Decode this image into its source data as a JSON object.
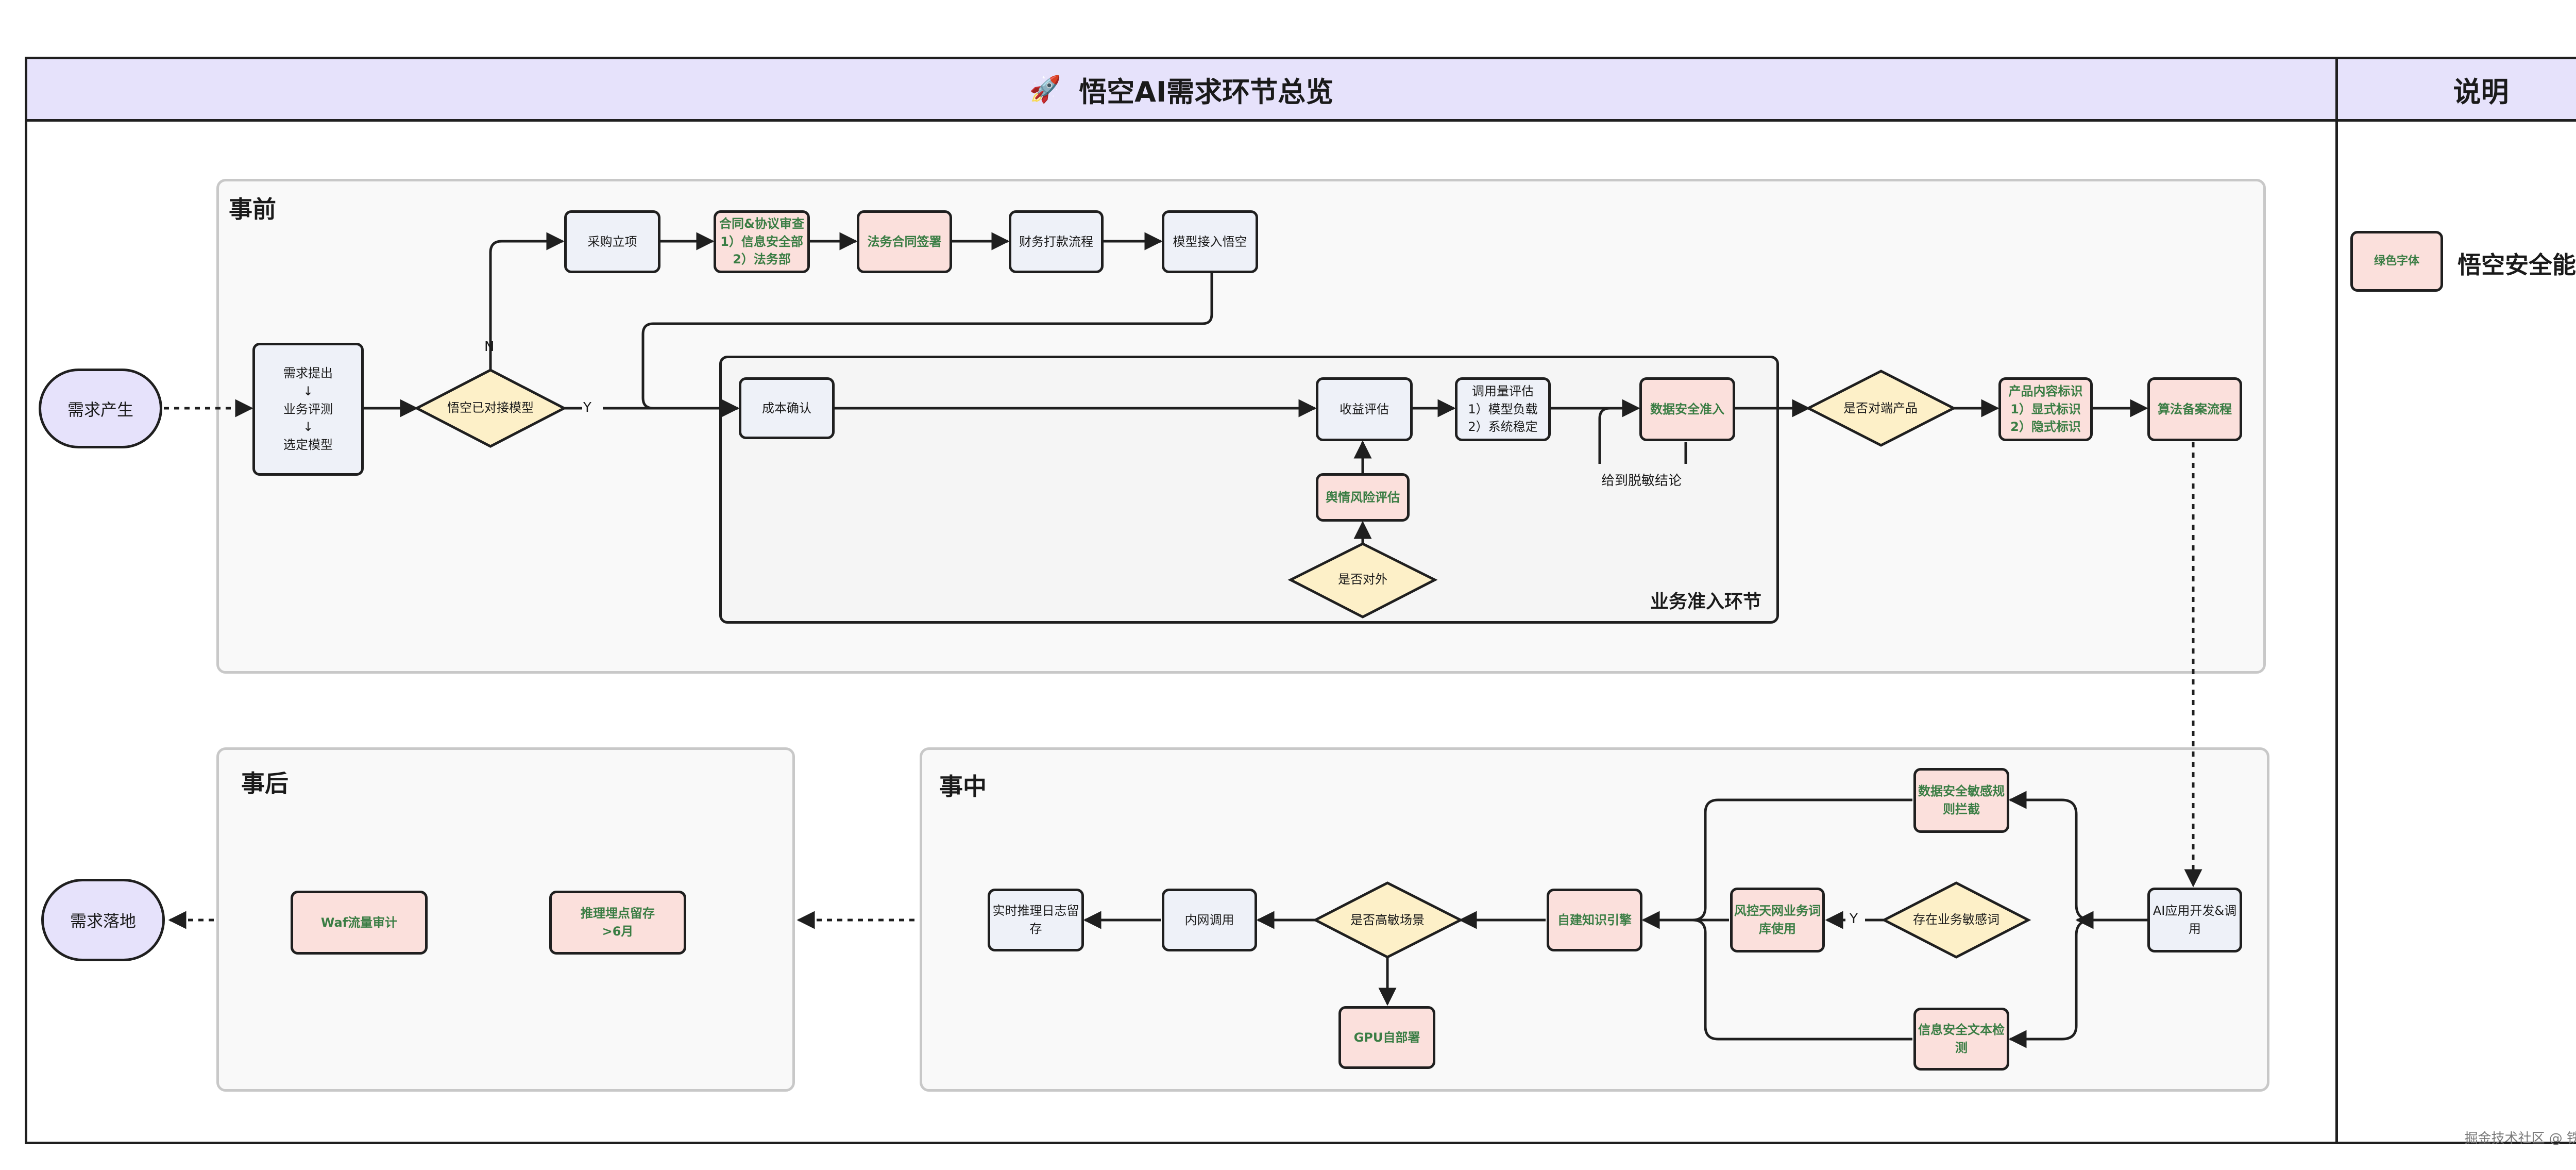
{
  "header": {
    "title": "悟空AI需求环节总览",
    "rocket_icon": "🚀",
    "side_title": "说明"
  },
  "legend": {
    "sample_label": "绿色字体",
    "text": "悟空安全能力"
  },
  "regions": {
    "before": "事前",
    "during": "事中",
    "after": "事后",
    "business_access": "业务准入环节"
  },
  "terminals": {
    "start": "需求产生",
    "end": "需求落地"
  },
  "nodes": {
    "req_steps": "需求提出\n↓\n业务评测\n↓\n选定模型",
    "procurement": "采购立项",
    "contract_review": "合同&协议审查\n1）信息安全部\n2）法务部",
    "legal_sign": "法务合同签署",
    "finance": "财务打款流程",
    "model_access": "模型接入悟空",
    "cost_confirm": "成本确认",
    "revenue_eval": "收益评估",
    "call_volume": "调用量评估\n1）模型负载\n2）系统稳定",
    "data_security_access": "数据安全准入",
    "public_opinion": "舆情风险评估",
    "content_label": "产品内容标识\n1）显式标识\n2）隐式标识",
    "algo_filing": "算法备案流程",
    "ai_dev": "AI应用开发&调用",
    "data_sens_block": "数据安全敏感规则拦截",
    "risk_words": "风控天网业务词库使用",
    "info_sec_detect": "信息安全文本检测",
    "kb_engine": "自建知识引擎",
    "intranet_call": "内网调用",
    "realtime_log": "实时推理日志留存",
    "gpu_deploy": "GPU自部署",
    "waf_audit": "Waf流量审计",
    "infer_log_keep": "推理埋点留存\n>6月"
  },
  "decisions": {
    "has_model": "悟空已对接模型",
    "is_external": "是否对外",
    "is_endpoint_product": "是否对端产品",
    "has_sensitive_words": "存在业务敏感词",
    "is_high_sensitive": "是否高敏场景"
  },
  "labels": {
    "n": "N",
    "y": "Y",
    "y2": "Y",
    "desensitize": "给到脱敏结论"
  },
  "footer": "掘金技术社区 @ 铁拉拉技术"
}
